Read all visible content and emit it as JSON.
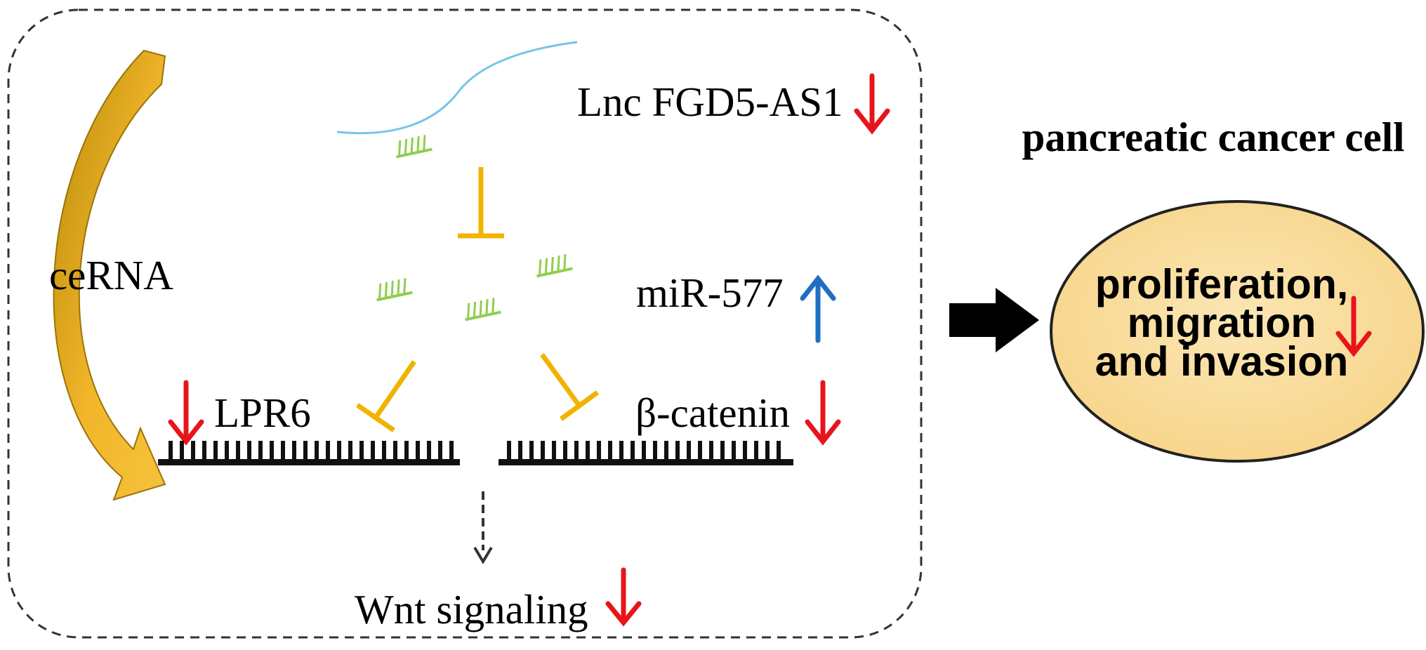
{
  "labels": {
    "lnc": "Lnc FGD5-AS1",
    "mir": "miR-577",
    "lpr6": "LPR6",
    "bcatenin": "β-catenin",
    "wnt": "Wnt signaling",
    "cerna": "ceRNA",
    "cell_title": "pancreatic cancer cell",
    "outcome_line1": "proliferation,",
    "outcome_line2": "migration",
    "outcome_line3": "and invasion"
  },
  "colors": {
    "down_arrow": "#e8141b",
    "up_arrow": "#1f6fc0",
    "inhibition": "#f0b400",
    "lncrna_strand": "#73c5ea",
    "mirna": "#8fce4e",
    "cerna_arrow_dark": "#b88a0a",
    "cerna_arrow_light": "#f2b62a",
    "ellipse_fill": "#f7d488",
    "gene_bar": "#111111",
    "outline": "#333333"
  },
  "icons": {
    "down": "red-down-arrow-icon",
    "up": "blue-up-arrow-icon",
    "inhibit": "inhibition-t-bar-icon"
  }
}
